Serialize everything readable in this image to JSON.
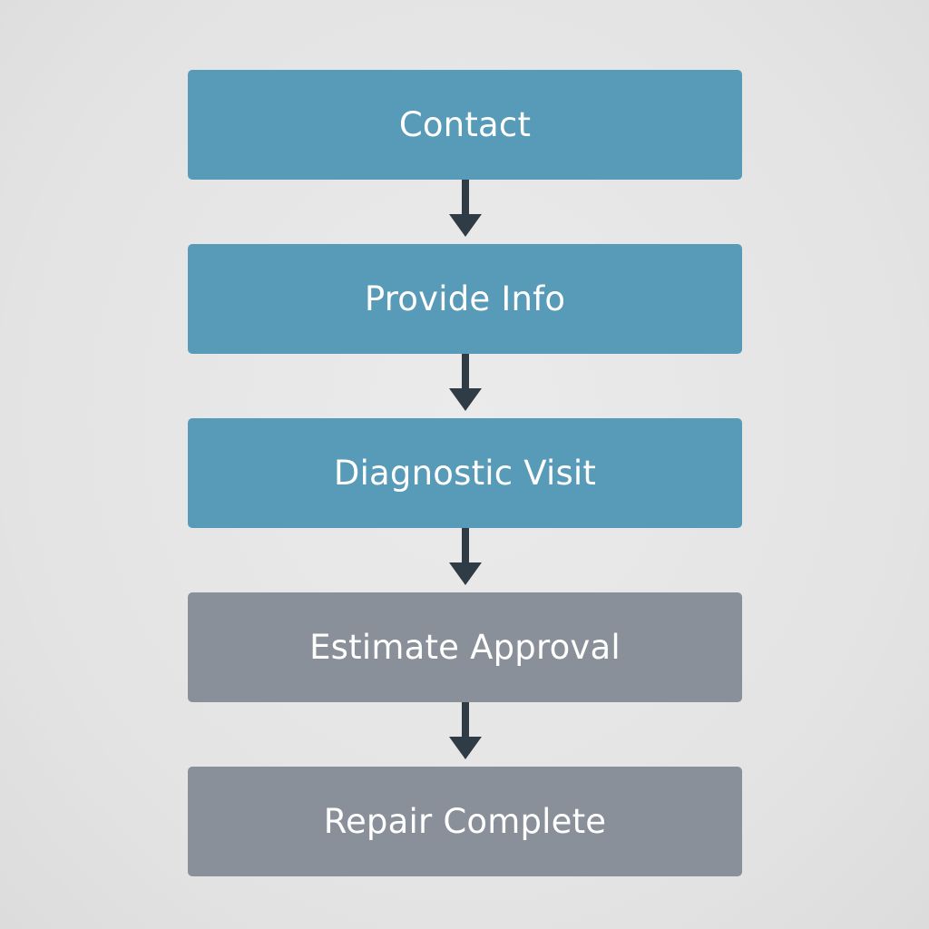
{
  "flowchart": {
    "steps": [
      {
        "label": "Contact",
        "color": "#579bb8"
      },
      {
        "label": "Provide Info",
        "color": "#579bb8"
      },
      {
        "label": "Diagnostic Visit",
        "color": "#579bb8"
      },
      {
        "label": "Estimate Approval",
        "color": "#8a9099"
      },
      {
        "label": "Repair Complete",
        "color": "#8a9099"
      }
    ],
    "arrow_color": "#2f3b45",
    "background_color": "#e4e4e4"
  }
}
